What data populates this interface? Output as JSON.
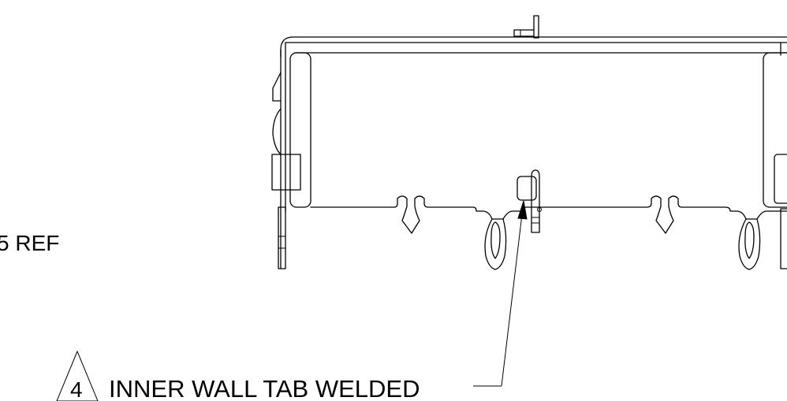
{
  "labels": {
    "ref_note": "5 REF",
    "flag_number": "4",
    "callout_text": "INNER WALL TAB WELDED"
  }
}
